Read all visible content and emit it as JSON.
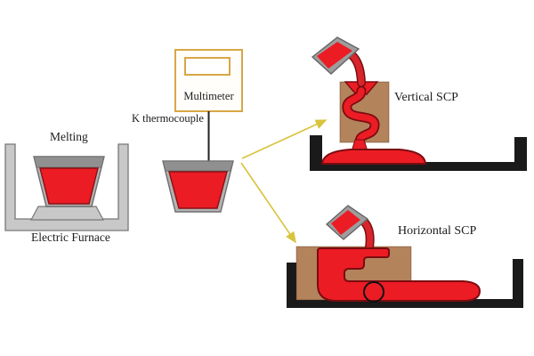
{
  "figure": {
    "labels": {
      "melting": "Melting",
      "electric_furnace": "Electric Furnace",
      "multimeter": "Multimeter",
      "k_thermocouple": "K thermocouple",
      "vertical_scp": "Vertical SCP",
      "horizontal_scp": "Horizontal SCP"
    },
    "colors": {
      "molten_metal_red": "#ec1c24",
      "dark_red_outline": "#7a0c10",
      "furnace_gray": "#c8c8c8",
      "crucible_gray": "#b2b2b2",
      "crucible_rim_gray": "#909090",
      "ladle_gray": "#9d9d9d",
      "mold_brown": "#b3835c",
      "base_black": "#1a1a1a",
      "multimeter_border_orange": "#d9a645",
      "arrow_yellow": "#d8c33c"
    },
    "icons": [
      "electric-furnace-icon",
      "crucible-icon",
      "multimeter-icon",
      "thermocouple-wire-icon",
      "pouring-ladle-icon",
      "serpentine-mold-icon",
      "horizontal-mold-icon",
      "flow-arrow-icon"
    ]
  }
}
